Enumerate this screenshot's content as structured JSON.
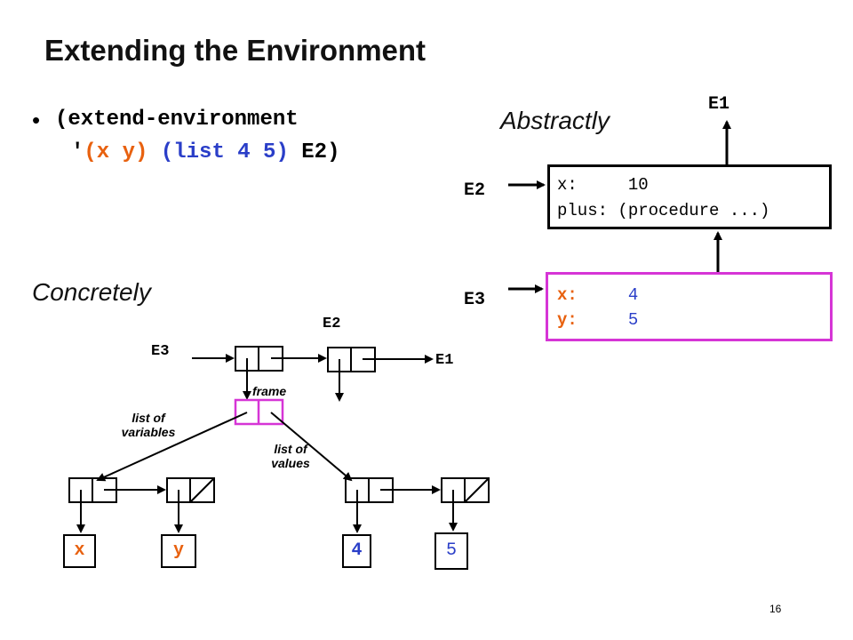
{
  "title": "Extending the Environment",
  "bullet": {
    "line1": "(extend-environment",
    "quote": "'",
    "vars": "(x y)",
    "vals": "(list 4 5)",
    "env": "E2)"
  },
  "abstract": {
    "heading": "Abstractly",
    "e1": "E1",
    "e2": "E2",
    "e3": "E3",
    "frame_e2": [
      {
        "name": "x:",
        "value": "10"
      },
      {
        "name": "plus:",
        "value": "(procedure ...)"
      }
    ],
    "frame_e3": [
      {
        "name": "x:",
        "value": "4"
      },
      {
        "name": "y:",
        "value": "5"
      }
    ]
  },
  "concrete": {
    "heading": "Concretely",
    "e2": "E2",
    "e3": "E3",
    "e1": "E1",
    "frame_label": "frame",
    "vars_label": "list of variables",
    "vals_label": "list of values",
    "symbols": [
      "x",
      "y",
      "4",
      "5"
    ]
  },
  "page_number": "16",
  "colors": {
    "accent_orange": "#e8610f",
    "accent_blue": "#2a3ec8",
    "accent_magenta": "#d635d6"
  }
}
